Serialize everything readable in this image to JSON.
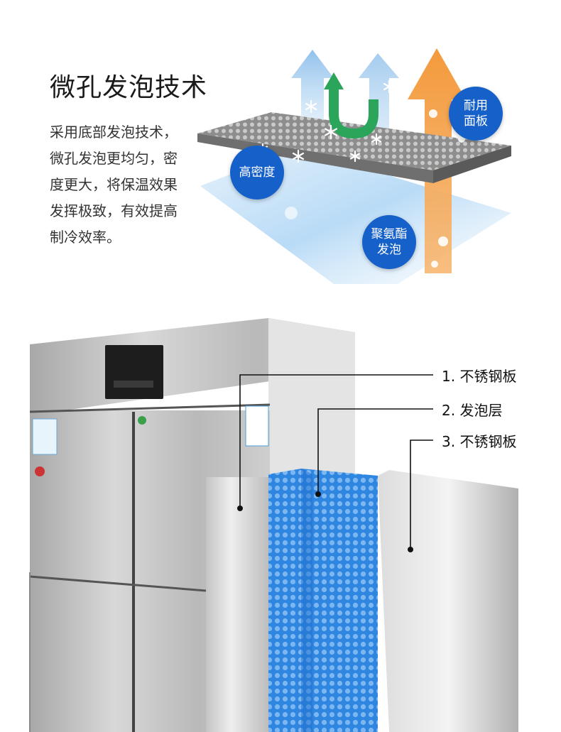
{
  "feature": {
    "title": "微孔发泡技术",
    "description_lines": [
      "采用底部发泡技术，",
      "微孔发泡更均匀，密",
      "度更大，将保温效果",
      "发挥极致，有效提高",
      "制冷效率。"
    ]
  },
  "badges": {
    "high_density": "高密度",
    "durable_panel": [
      "耐用",
      "面板"
    ],
    "pu_foam": [
      "聚氨酯",
      "发泡"
    ]
  },
  "layers": [
    {
      "label": "1. 不锈钢板"
    },
    {
      "label": "2. 发泡层"
    },
    {
      "label": "3. 不锈钢板"
    }
  ],
  "colors": {
    "badge_blue": "#1560c9",
    "foam_blue": "#2f86e0",
    "arrow_orange": "#f5a04a",
    "arrow_green": "#2aa55a",
    "arrow_lightblue": "#8cc2ec"
  },
  "icons": [
    "snowflake-icon",
    "up-arrow-icon",
    "u-turn-arrow-icon"
  ]
}
